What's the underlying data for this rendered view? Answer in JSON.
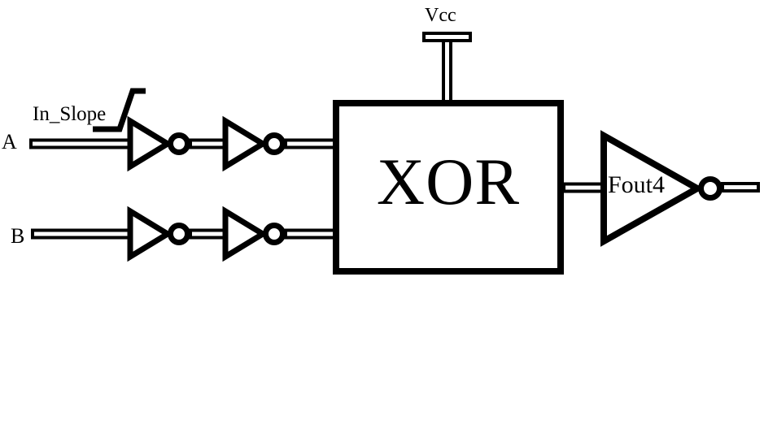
{
  "colors": {
    "line": "#000000",
    "fill": "#ffffff",
    "background": "#ffffff"
  },
  "labels": {
    "input_a": "A",
    "input_b": "B",
    "in_slope": "In_Slope",
    "vcc": "Vcc",
    "xor_gate": "XOR",
    "output_buffer": "Fout4"
  }
}
